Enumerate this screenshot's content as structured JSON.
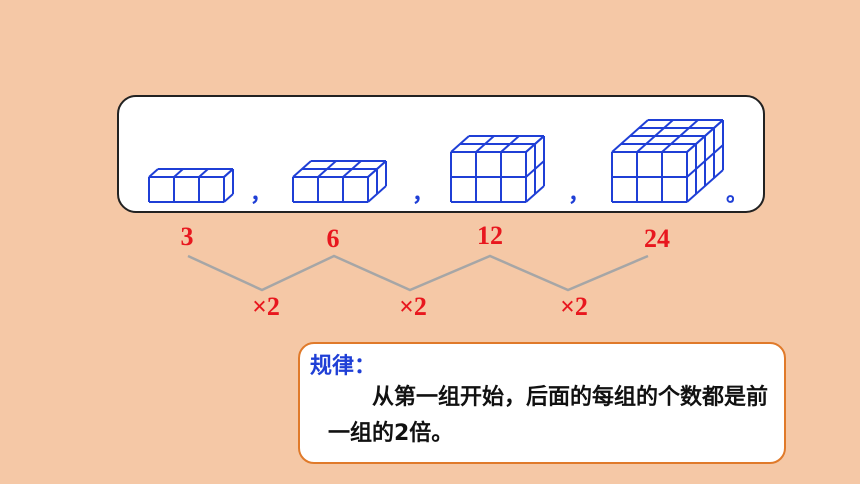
{
  "colors": {
    "background": "#F5C8A6",
    "cube_stroke": "#1F3FD6",
    "number_color": "#E8171E",
    "connector_line": "#A6A6A6",
    "rule_border": "#E07A2A",
    "rule_title": "#1F3FD6"
  },
  "sequence": {
    "separators": [
      "，",
      "，",
      "，"
    ],
    "end_mark": "。",
    "groups": [
      {
        "label": "3",
        "cols": 3,
        "rows": 1,
        "depth": 1
      },
      {
        "label": "6",
        "cols": 3,
        "rows": 1,
        "depth": 2
      },
      {
        "label": "12",
        "cols": 3,
        "rows": 2,
        "depth": 2
      },
      {
        "label": "24",
        "cols": 3,
        "rows": 2,
        "depth": 4
      }
    ],
    "factors": [
      "×2",
      "×2",
      "×2"
    ]
  },
  "rule": {
    "title": "规律：",
    "text": "从第一组开始，后面的每组的个数都是前一组的2倍。"
  }
}
